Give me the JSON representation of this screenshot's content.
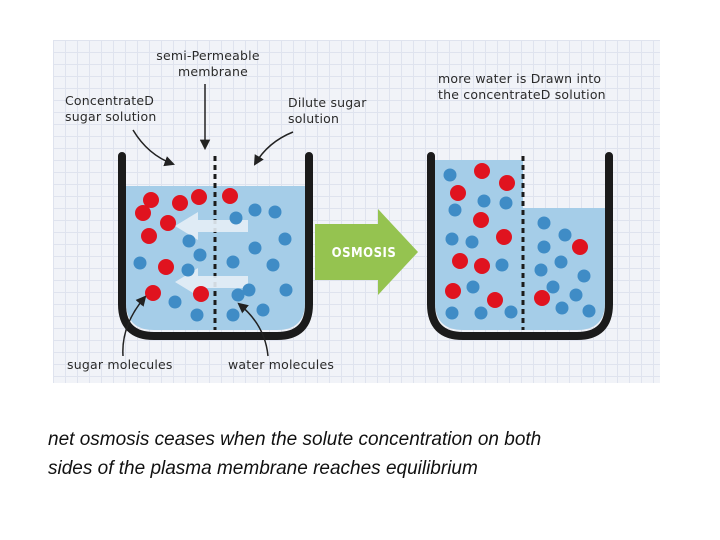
{
  "labels": {
    "semi_permeable_line1": "semi-Permeable",
    "semi_permeable_line2": "membrane",
    "concentrated_line1": "ConcentrateD",
    "concentrated_line2": "sugar solution",
    "dilute_line1": "Dilute sugar",
    "dilute_line2": "solution",
    "drawn_line1": "more water is Drawn into",
    "drawn_line2": "the concentrateD solution",
    "osmosis_arrow": "OSMOSIS",
    "sugar_molecules": "sugar molecules",
    "water_molecules": "water molecules"
  },
  "colors": {
    "sugar_molecule": "#e0131f",
    "water_molecule": "#3f8cc6",
    "solution": "#a5cde8",
    "container": "#1b1b1b",
    "osmosis_arrow": "#95c350",
    "flow_arrow": "#e6eef6"
  },
  "caption": {
    "line1": "net osmosis ceases when the solute concentration on both",
    "line2": "sides of the plasma membrane reaches equilibrium"
  }
}
